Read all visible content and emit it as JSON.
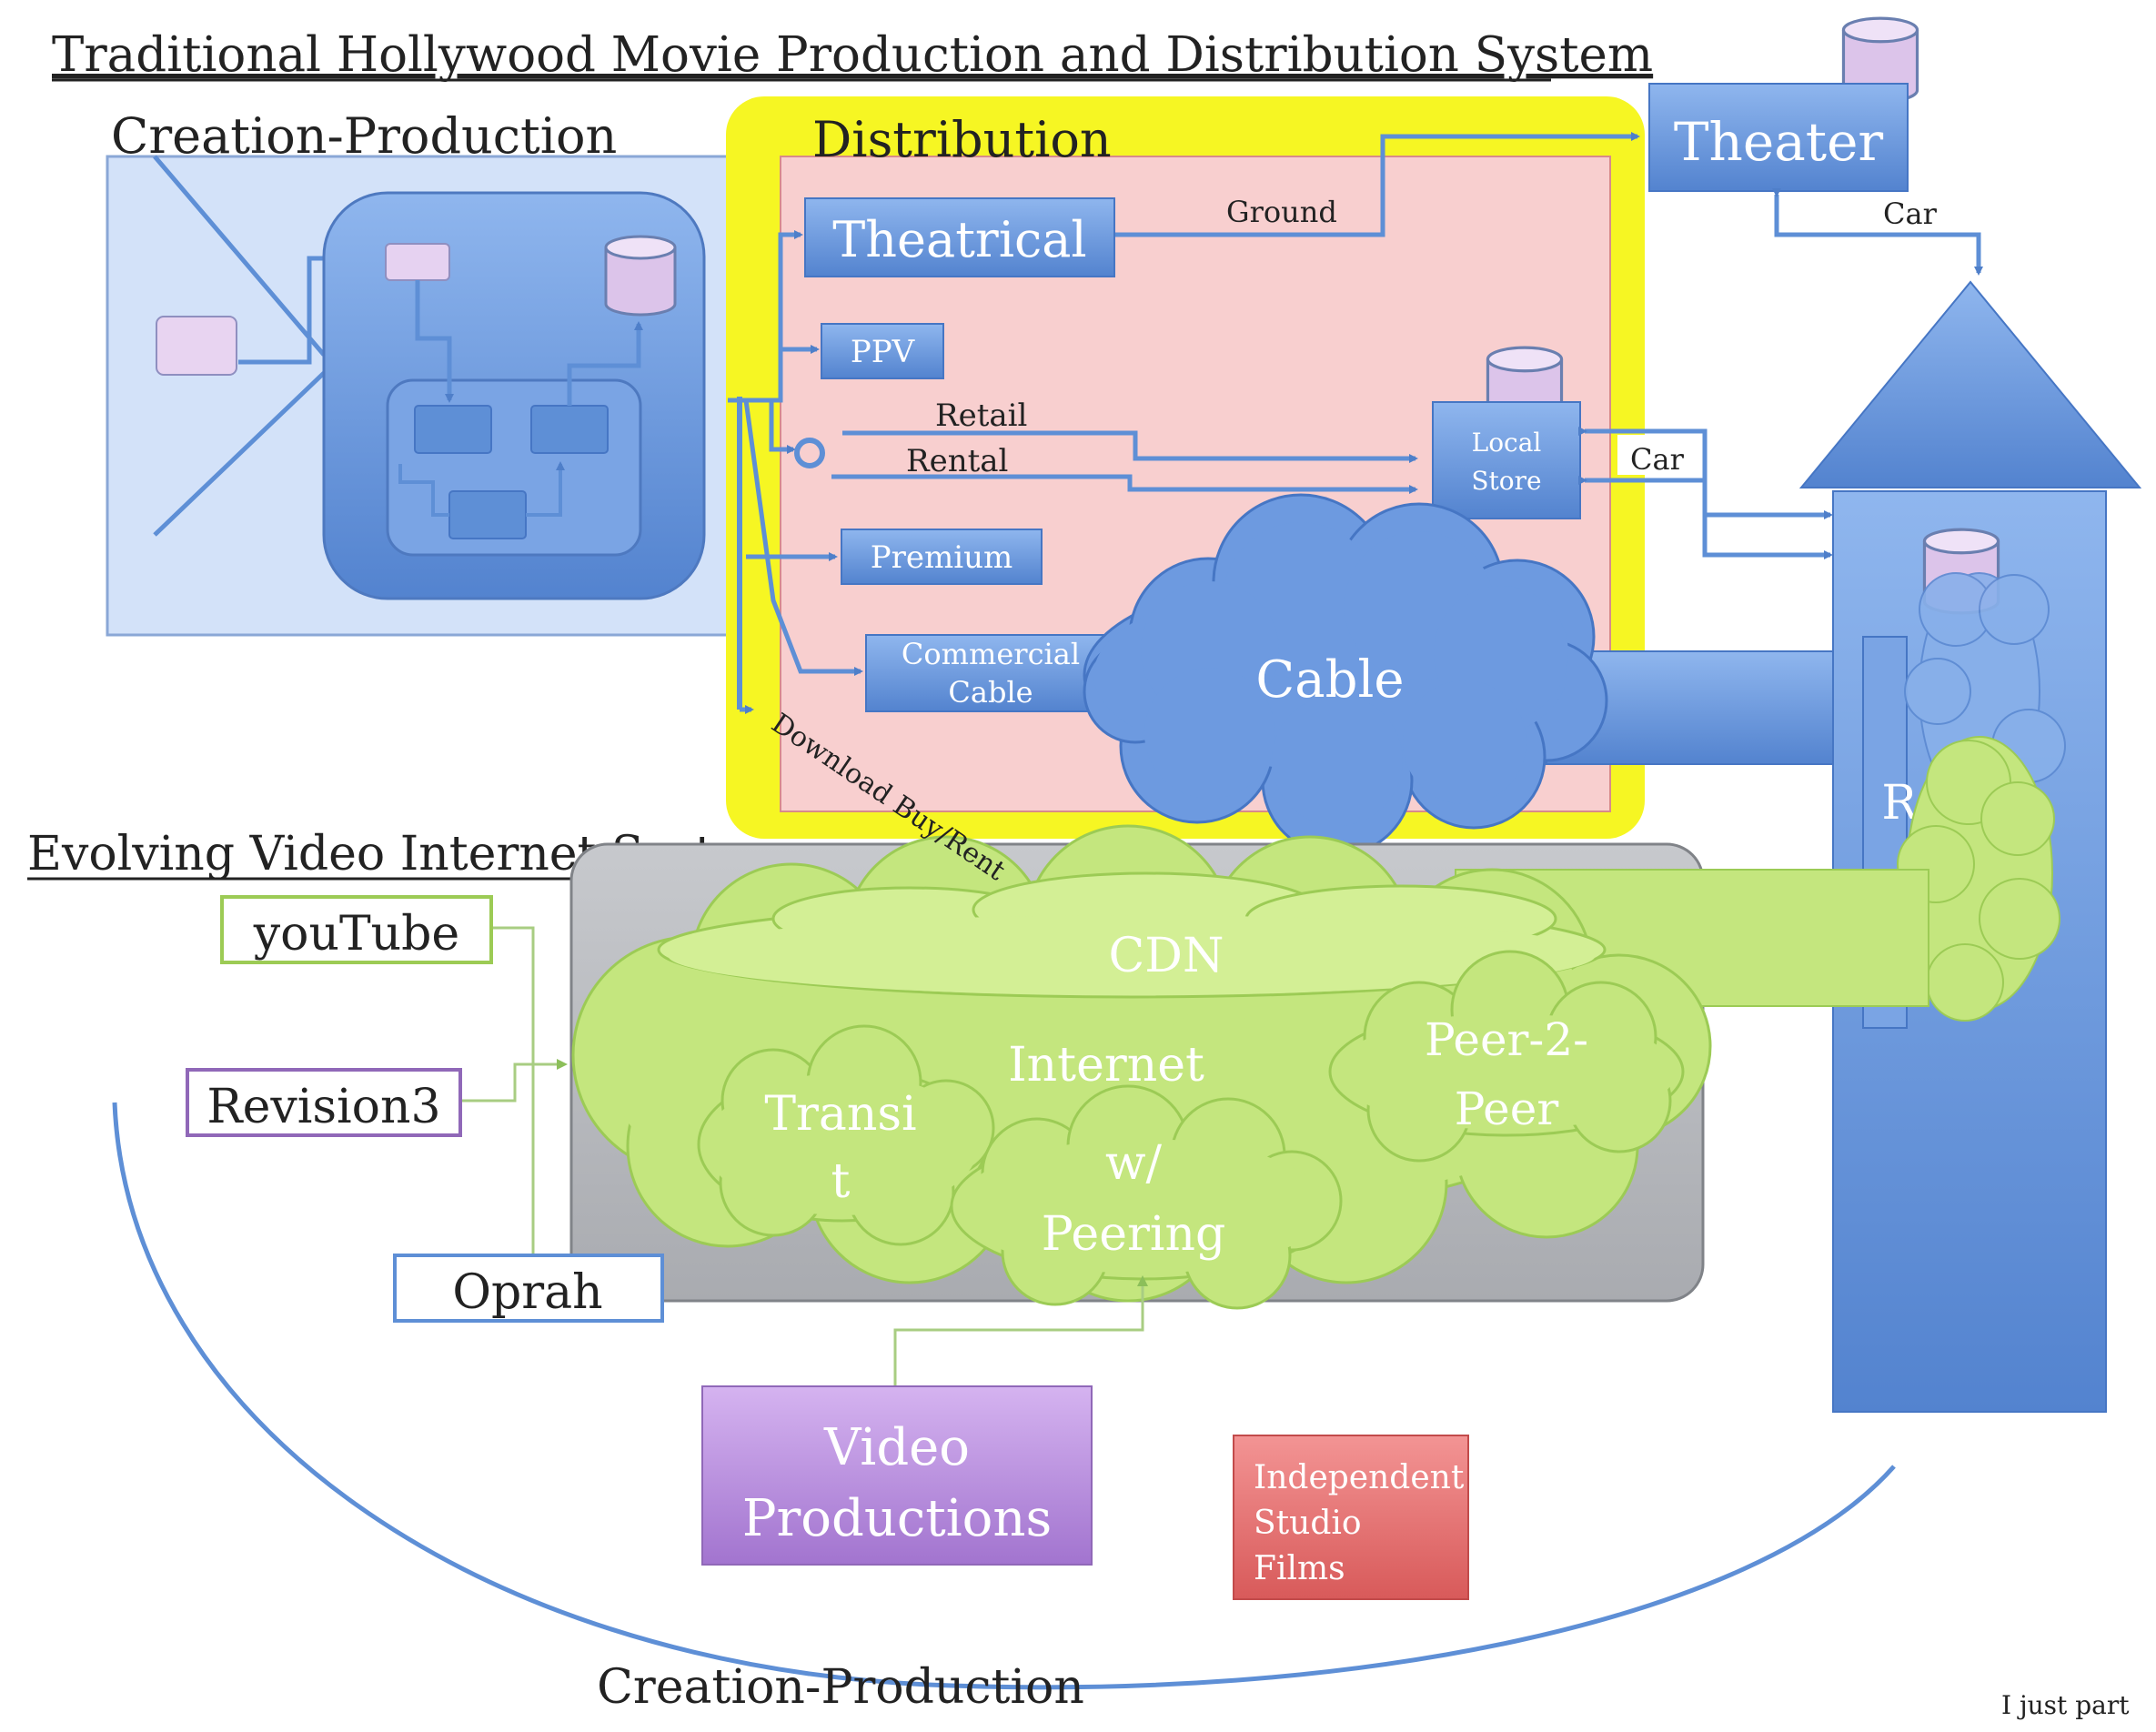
{
  "title": "Traditional Hollywood Movie Production and Distribution System",
  "sections": {
    "creation_top": "Creation-Production",
    "distribution": "Distribution",
    "internet_system": "Evolving Video Internet System",
    "creation_bottom": "Creation-Production"
  },
  "channels": {
    "theatrical": "Theatrical",
    "ppv": "PPV",
    "premium": "Premium",
    "commercial_cable_line1": "Commercial",
    "commercial_cable_line2": "Cable",
    "local_store_line1": "Local",
    "local_store_line2": "Store",
    "theater": "Theater",
    "cable_cloud": "Cable"
  },
  "edge_labels": {
    "ground": "Ground",
    "retail": "Retail",
    "rental": "Rental",
    "car_top": "Car",
    "car_store": "Car",
    "download": "Download Buy/Rent"
  },
  "internet": {
    "cdn": "CDN",
    "internet": "Internet",
    "peer_line1": "Peer-2-",
    "peer_line2": "Peer",
    "transit_line1": "Transi",
    "transit_line2": "t",
    "peering_line1": "w/",
    "peering_line2": "Peering"
  },
  "sources": {
    "youtube": "youTube",
    "revision3": "Revision3",
    "oprah": "Oprah"
  },
  "productions": {
    "video_line1": "Video",
    "video_line2": "Productions",
    "indie_line1": "Independent",
    "indie_line2": "Studio",
    "indie_line3": "Films"
  },
  "house_label": "R",
  "footnote": "I just part",
  "colors": {
    "blue_box": "#5e8fd6",
    "light_blue": "#cfe0f8",
    "highlight_yellow": "#f8f825",
    "pink_area": "#f8d0d0",
    "green_cloud": "#c4e67e",
    "gray_panel": "#b8babe",
    "purple": "#b38ad8",
    "red": "#e06a6a"
  }
}
